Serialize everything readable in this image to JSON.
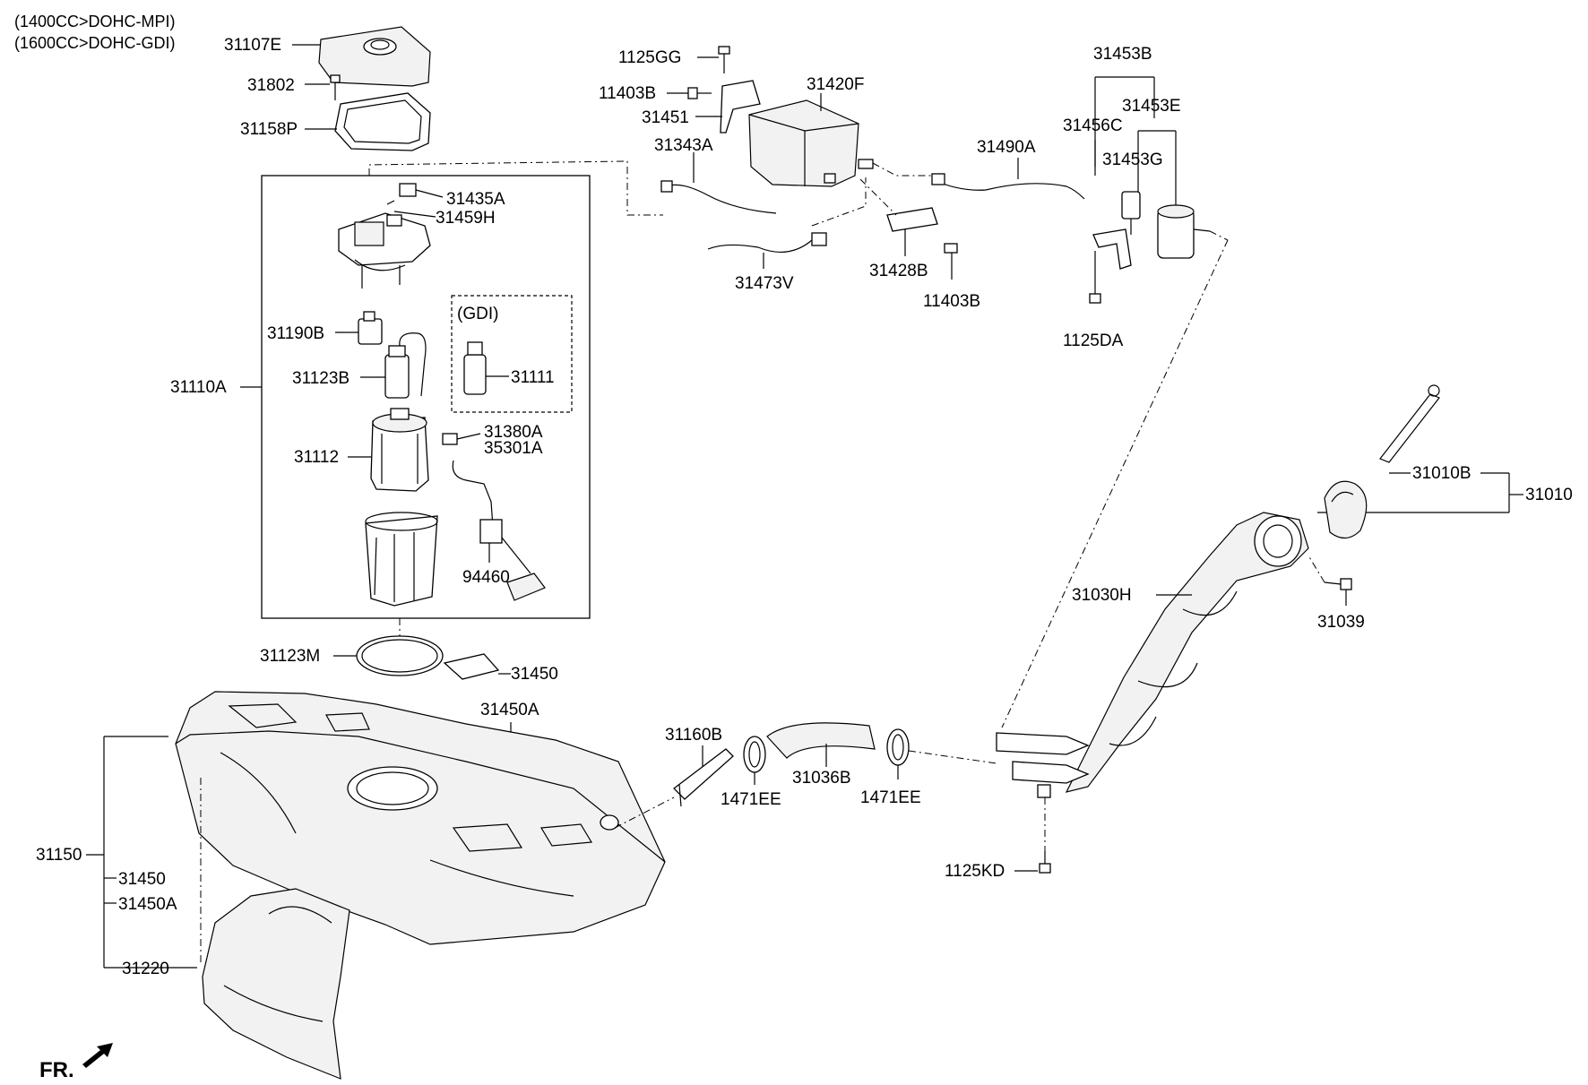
{
  "header": {
    "variant_1": "(1400CC>DOHC-MPI)",
    "variant_2": "(1600CC>DOHC-GDI)"
  },
  "gdi_box_label": "(GDI)",
  "front_indicator": "FR.",
  "labels": {
    "p31107E": "31107E",
    "p31802": "31802",
    "p31158P": "31158P",
    "p31435A": "31435A",
    "p31459H": "31459H",
    "p31190B": "31190B",
    "p31123B": "31123B",
    "p31111": "31111",
    "p31110A": "31110A",
    "p31380A": "31380A",
    "p35301A": "35301A",
    "p31112": "31112",
    "p94460": "94460",
    "p31123M": "31123M",
    "p31450_top": "31450",
    "p31450A_top": "31450A",
    "p31150": "31150",
    "p31450_bot": "31450",
    "p31450A_bot": "31450A",
    "p31220": "31220",
    "p1125GG": "1125GG",
    "p11403B_top": "11403B",
    "p31451": "31451",
    "p31420F": "31420F",
    "p31343A": "31343A",
    "p31473V": "31473V",
    "p31428B": "31428B",
    "p11403B_bot": "11403B",
    "p31490A": "31490A",
    "p31453B": "31453B",
    "p31453E": "31453E",
    "p31456C": "31456C",
    "p31453G": "31453G",
    "p1125DA": "1125DA",
    "p31010B": "31010B",
    "p31010": "31010",
    "p31030H": "31030H",
    "p31039": "31039",
    "p31160B": "31160B",
    "p31036B": "31036B",
    "p1471EE_a": "1471EE",
    "p1471EE_b": "1471EE",
    "p1125KD": "1125KD"
  }
}
